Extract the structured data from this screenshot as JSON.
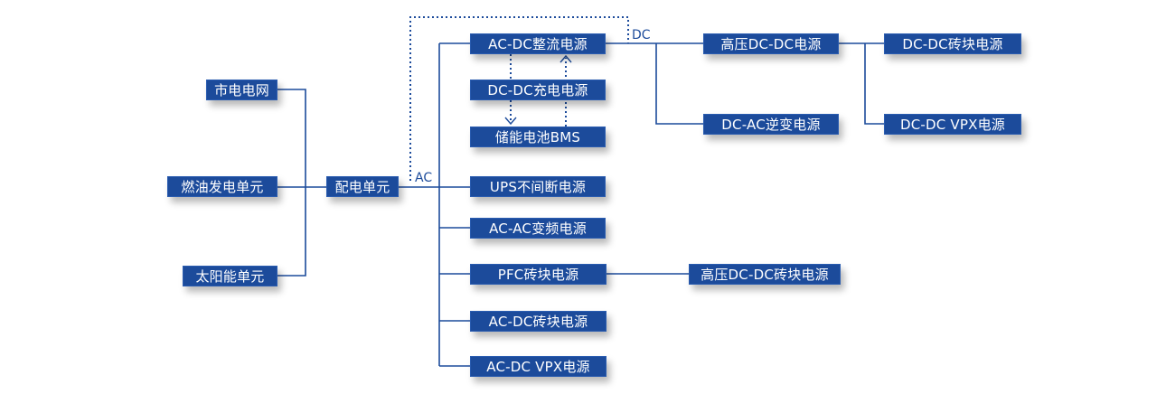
{
  "colors": {
    "node_fill": "#1c4b9b",
    "node_text": "#ffffff",
    "line": "#1c4b9b"
  },
  "sources": {
    "grid": "市电电网",
    "fuel_generator": "燃油发电单元",
    "solar": "太阳能单元"
  },
  "distribution": "配电单元",
  "bus_labels": {
    "ac": "AC",
    "dc": "DC"
  },
  "ac_branch": {
    "acdc_rectifier": "AC-DC整流电源",
    "dcdc_charger": "DC-DC充电电源",
    "battery_bms": "储能电池BMS",
    "ups": "UPS不间断电源",
    "acac_inverter": "AC-AC变频电源",
    "pfc_module": "PFC砖块电源",
    "acdc_module": "AC-DC砖块电源",
    "acdc_vpx": "AC-DC VPX电源"
  },
  "dc_branch": {
    "hv_dcdc": "高压DC-DC电源",
    "dcac_inverter": "DC-AC逆变电源",
    "dcdc_module": "DC-DC砖块电源",
    "dcdc_vpx": "DC-DC VPX电源"
  },
  "pfc_child": {
    "hv_dcdc_module": "高压DC-DC砖块电源"
  }
}
